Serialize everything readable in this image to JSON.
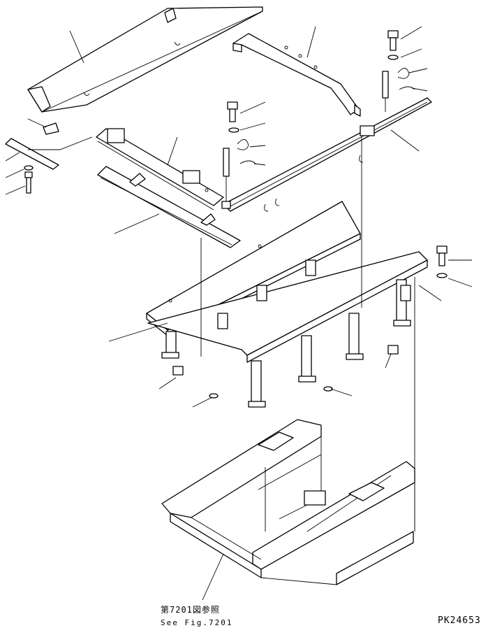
{
  "reference": {
    "japanese": "第7201図参照",
    "english": "See Fig.7201"
  },
  "drawing_number": "PK24653",
  "colors": {
    "line": "#000000",
    "background": "#ffffff"
  }
}
